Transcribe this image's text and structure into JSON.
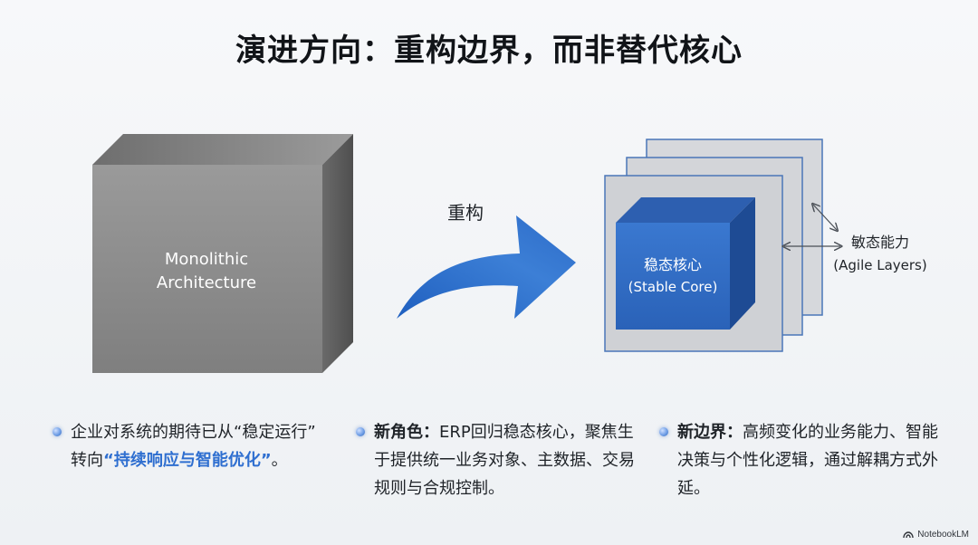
{
  "title": "演进方向：重构边界，而非替代核心",
  "left_block": {
    "line1": "Monolithic",
    "line2": "Architecture"
  },
  "arrow_label": "重构",
  "right_block": {
    "core_line1": "稳态核心",
    "core_line2": "(Stable Core)",
    "layers_line1": "敏态能力",
    "layers_line2": "(Agile Layers)"
  },
  "bullets": [
    {
      "line1": "企业对系统的期待已从“稳定运行”",
      "line2_prefix": "转向",
      "line2_highlight": "“持续响应与智能优化”",
      "line2_suffix": "。"
    },
    {
      "label": "新角色：",
      "text": "ERP回归稳态核心，聚焦生于提供统一业务对象、主数据、交易规则与合规控制。"
    },
    {
      "label": "新边界：",
      "text": "高频变化的业务能力、智能决策与个性化逻辑，通过解耦方式外延。"
    }
  ],
  "brand": "NotebookLM",
  "colors": {
    "cube_front": "#8a8a8a",
    "core_blue": "#2f6fc8",
    "arrow_blue": "#2f6fc8",
    "layer_fill": "#d5d7db",
    "layer_border": "#4a76b8",
    "accent_text": "#2f6fd0"
  },
  "icons": [
    "bullet-dot-icon",
    "double-arrow-icon",
    "notebooklm-logo-icon"
  ]
}
